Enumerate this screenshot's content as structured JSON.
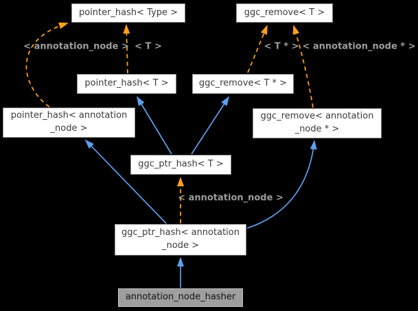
{
  "diagram": {
    "type": "class-inheritance-graph",
    "nodes": [
      {
        "id": "pointer_hash_type",
        "label": "pointer_hash< Type >",
        "lines": [
          "pointer_hash< Type >"
        ],
        "variant": "default"
      },
      {
        "id": "ggc_remove_t",
        "label": "ggc_remove< T >",
        "lines": [
          "ggc_remove< T >"
        ],
        "variant": "default"
      },
      {
        "id": "pointer_hash_t",
        "label": "pointer_hash< T >",
        "lines": [
          "pointer_hash< T >"
        ],
        "variant": "default"
      },
      {
        "id": "ggc_remove_t_ptr",
        "label": "ggc_remove< T * >",
        "lines": [
          "ggc_remove< T * >"
        ],
        "variant": "default"
      },
      {
        "id": "pointer_hash_annotation_node",
        "label": "pointer_hash< annotation_node >",
        "lines": [
          "pointer_hash< annotation",
          "_node >"
        ],
        "variant": "default"
      },
      {
        "id": "ggc_remove_annotation_node_ptr",
        "label": "ggc_remove< annotation_node * >",
        "lines": [
          "ggc_remove< annotation",
          "_node * >"
        ],
        "variant": "default"
      },
      {
        "id": "ggc_ptr_hash_t",
        "label": "ggc_ptr_hash< T >",
        "lines": [
          "ggc_ptr_hash< T >"
        ],
        "variant": "default"
      },
      {
        "id": "ggc_ptr_hash_annotation_node",
        "label": "ggc_ptr_hash< annotation_node >",
        "lines": [
          "ggc_ptr_hash< annotation",
          "_node >"
        ],
        "variant": "default"
      },
      {
        "id": "annotation_node_hasher",
        "label": "annotation_node_hasher",
        "lines": [
          "annotation_node_hasher"
        ],
        "variant": "highlight"
      }
    ],
    "edges": [
      {
        "from": "annotation_node_hasher",
        "to": "ggc_ptr_hash_annotation_node",
        "style": "solid-inheritance",
        "label": ""
      },
      {
        "from": "ggc_ptr_hash_annotation_node",
        "to": "pointer_hash_annotation_node",
        "style": "solid-inheritance",
        "label": ""
      },
      {
        "from": "ggc_ptr_hash_annotation_node",
        "to": "ggc_remove_annotation_node_ptr",
        "style": "solid-inheritance",
        "label": ""
      },
      {
        "from": "ggc_ptr_hash_t",
        "to": "pointer_hash_t",
        "style": "solid-inheritance",
        "label": ""
      },
      {
        "from": "ggc_ptr_hash_t",
        "to": "ggc_remove_t_ptr",
        "style": "solid-inheritance",
        "label": ""
      },
      {
        "from": "pointer_hash_annotation_node",
        "to": "pointer_hash_type",
        "style": "dashed-template",
        "label": "< annotation_node >"
      },
      {
        "from": "pointer_hash_t",
        "to": "pointer_hash_type",
        "style": "dashed-template",
        "label": "< T >"
      },
      {
        "from": "ggc_remove_t_ptr",
        "to": "ggc_remove_t",
        "style": "dashed-template",
        "label": "< T * >"
      },
      {
        "from": "ggc_remove_annotation_node_ptr",
        "to": "ggc_remove_t",
        "style": "dashed-template",
        "label": "< annotation_node * >"
      },
      {
        "from": "ggc_ptr_hash_annotation_node",
        "to": "ggc_ptr_hash_t",
        "style": "dashed-template",
        "label": "< annotation_node >"
      }
    ],
    "edge_labels": [
      {
        "text": "< annotation_node >"
      },
      {
        "text": "< T >"
      },
      {
        "text": "< T * >"
      },
      {
        "text": "< annotation_node * >"
      },
      {
        "text": "< annotation_node >"
      }
    ],
    "colors": {
      "background": "#000000",
      "inheritance_arrow": "#5ca0ee",
      "template_arrow": "#faa019",
      "edge_label": "#9d9d9d",
      "node_fill": "#ffffff",
      "node_border": "#8f8f8f",
      "node_text": "#3a3a3a",
      "highlight_fill": "#9e9e9e",
      "highlight_border": "#c4c4c4",
      "highlight_text": "#111111"
    }
  }
}
